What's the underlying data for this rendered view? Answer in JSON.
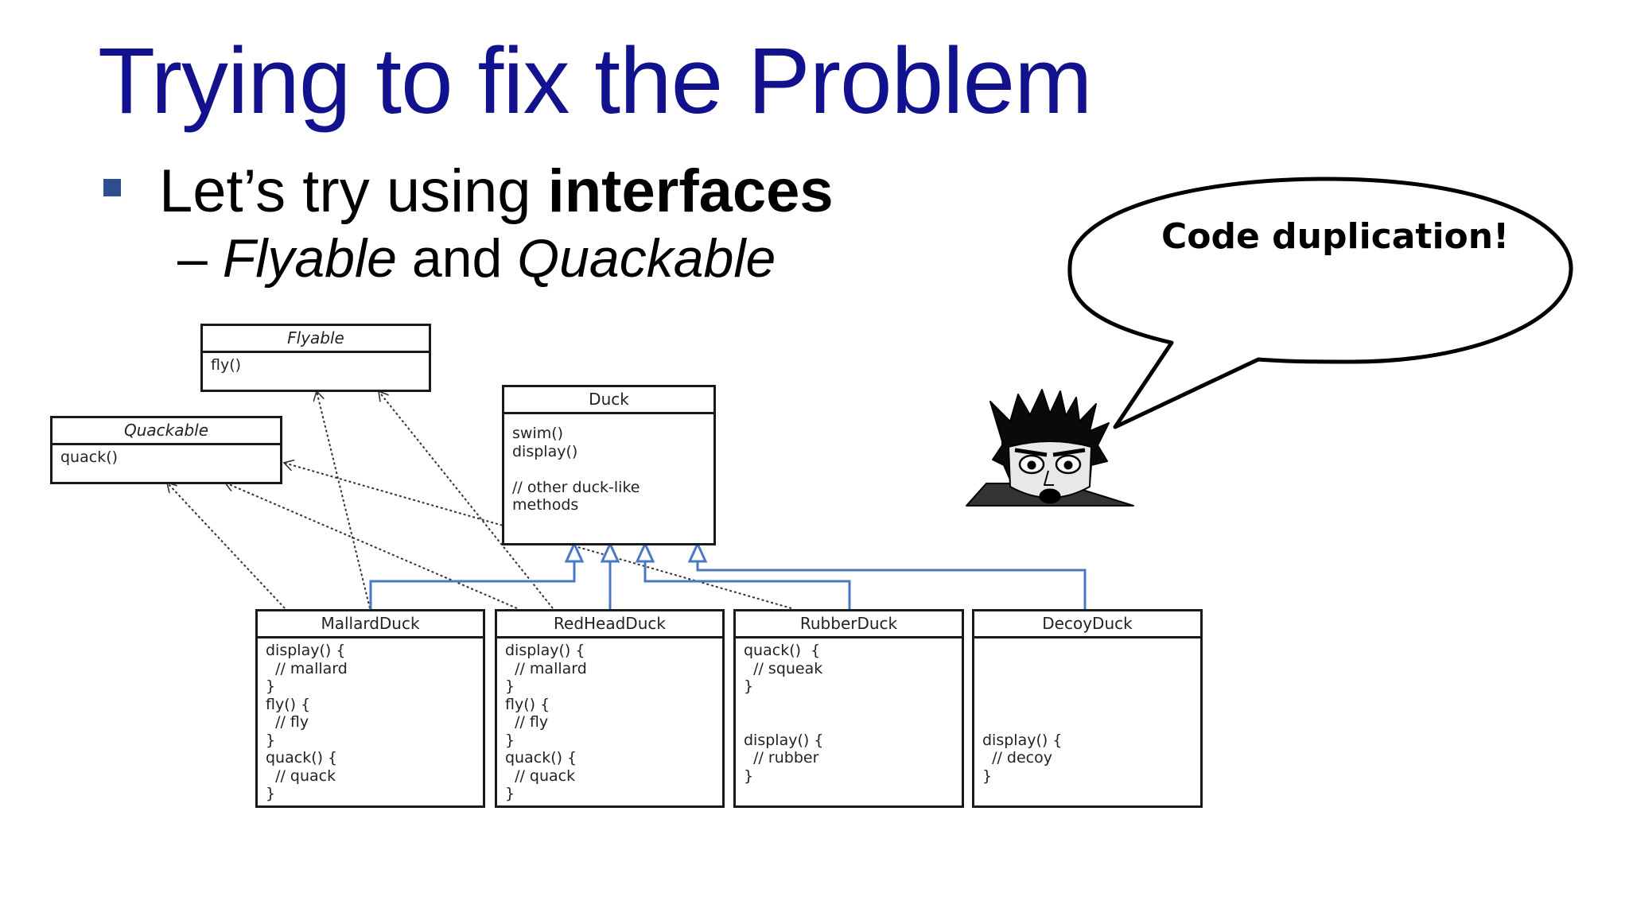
{
  "slide": {
    "title": "Trying to fix the Problem",
    "bullet1_prefix": "Let’s try using ",
    "bullet1_bold": "interfaces",
    "bullet2_dash": "– ",
    "bullet2_italic1": "Flyable",
    "bullet2_mid": " and ",
    "bullet2_italic2": "Quackable",
    "speech_bubble": "Code duplication!",
    "accent_color": "#13128e",
    "bullet_color": "#2d4f91",
    "inheritance_line_color": "#4a78c2"
  },
  "diagram": {
    "flyable": {
      "name": "Flyable",
      "body": "fly()"
    },
    "quackable": {
      "name": "Quackable",
      "body": "quack()"
    },
    "duck": {
      "name": "Duck",
      "body": "swim()\ndisplay()\n\n// other duck-like\nmethods"
    },
    "mallard": {
      "name": "MallardDuck",
      "body": "display() {\n  // mallard\n}\nfly() {\n  // fly\n}\nquack() {\n  // quack\n}"
    },
    "redhead": {
      "name": "RedHeadDuck",
      "body": "display() {\n  // mallard\n}\nfly() {\n  // fly\n}\nquack() {\n  // quack\n}"
    },
    "rubber": {
      "name": "RubberDuck",
      "body": "quack()  {\n  // squeak\n}\n\n\ndisplay() {\n  // rubber\n}"
    },
    "decoy": {
      "name": "DecoyDuck",
      "body": "\n\n\n\n\ndisplay() {\n  // decoy\n}"
    }
  },
  "icons": {
    "character": "shocked-face-icon"
  }
}
